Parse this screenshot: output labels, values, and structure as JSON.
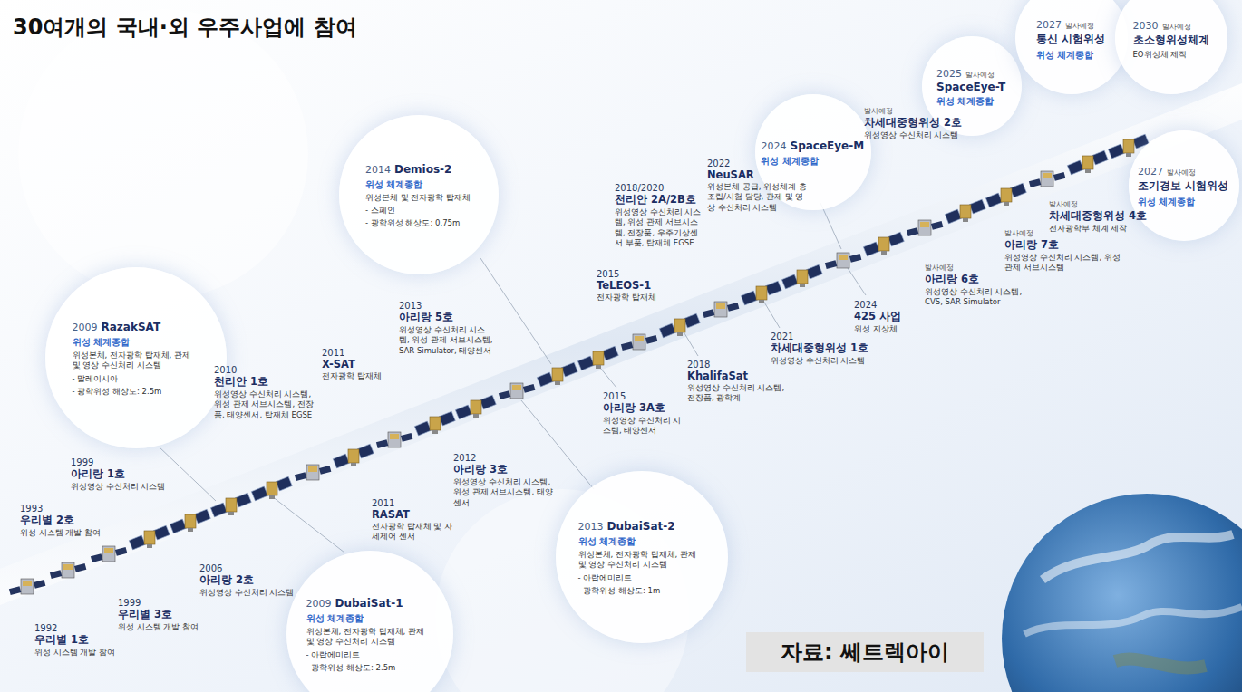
{
  "diagram": {
    "title": "30여개의 국내·외 우주사업에 참여",
    "caption": "자료: 쎄트렉아이",
    "nodes": [
      {
        "text": [
          "2009",
          "RazakSAT",
          "위성 체계종합",
          "위성본체, 전자광학 탑재체, 관제 및 영상 수신처리 시스템",
          "- 말레이시아",
          "- 광학위성 해상도: 2.5m"
        ]
      },
      {
        "text": [
          "2014",
          "Demios-2",
          "위성 체계종합",
          "위성본체 및 전자광학 탑재체",
          "- 스페인",
          "- 광학위성 해상도: 0.75m"
        ]
      },
      {
        "text": [
          "2009",
          "DubaiSat-1",
          "위성 체계종합",
          "위성본체, 전자광학 탑재체, 관제 및 영상 수신처리 시스템",
          "- 아랍에미리트",
          "- 광학위성 해상도: 2.5m"
        ]
      },
      {
        "text": [
          "2013",
          "DubaiSat-2",
          "위성 체계종합",
          "위성본체, 전자광학 탑재체, 관제 및 영상 수신처리 시스템",
          "- 아랍에미리트",
          "- 광학위성 해상도: 1m"
        ]
      },
      {
        "text": [
          "2024",
          "SpaceEye-M",
          "위성 체계종합"
        ]
      },
      {
        "text": [
          "2025",
          "발사예정",
          "SpaceEye-T",
          "위성 체계종합"
        ]
      },
      {
        "text": [
          "2027",
          "발사예정",
          "통신 시험위성",
          "위성 체계종합"
        ]
      },
      {
        "text": [
          "2030",
          "발사예정",
          "초소형위성체계",
          "EO위성체 제작"
        ]
      },
      {
        "text": [
          "2027",
          "발사예정",
          "조기경보 시험위성",
          "위성 체계종합"
        ]
      }
    ],
    "labels": [
      "1992",
      "우리별 1호",
      "위성 시스템 개발 참여",
      "1993",
      "우리별 2호",
      "위성 시스템 개발 참여",
      "1999",
      "우리별 3호",
      "위성 시스템 개발 참여",
      "1999",
      "아리랑 1호",
      "위성영상 수신처리 시스템",
      "2006",
      "아리랑 2호",
      "위성영상 수신처리 시스템",
      "2010",
      "천리안 1호",
      "위성영상 수신처리 시스템, 위성 관제 서브시스템, 전장품, 태양센서, 탑재체 EGSE",
      "2011",
      "X-SAT",
      "전자광학 탑재체",
      "2011",
      "RASAT",
      "전자광학 탑재체 및 자세제어 센서",
      "2013",
      "아리랑 5호",
      "위성영상 수신처리 시스템, 위성 관제 서브시스템, SAR Simulator, 태양센서",
      "2012",
      "아리랑 3호",
      "위성영상 수신처리 시스템, 위성 관제 서브시스템, 태양센서",
      "2015",
      "TeLEOS-1",
      "전자광학 탑재체",
      "2015",
      "아리랑 3A호",
      "위성영상 수신처리 시스템, 태양센서",
      "2018/2020",
      "천리안 2A/2B호",
      "위성영상 수신처리 시스템, 위성 관제 서브시스템, 전장품, 우주기상센서 부품, 탑재체 EGSE",
      "2018",
      "KhalifaSat",
      "위성영상 수신처리 시스템, 전장품, 광학계",
      "2022",
      "NeuSAR",
      "위성본체 공급, 위성체계 총조립/시험 담당, 관제 및 영상 수신처리 시스템",
      "2021",
      "차세대중형위성 1호",
      "위성영상 수신처리 시스템",
      "2024",
      "425 사업",
      "위성 지상체",
      "발사예정",
      "차세대중형위성 2호",
      "위성영상 수신처리 시스템",
      "발사예정",
      "아리랑 6호",
      "위성영상 수신처리 시스템, CVS, SAR Simulator",
      "발사예정",
      "아리랑 7호",
      "위성영상 수신처리 시스템, 위성 관제 서브시스템",
      "발사예정",
      "차세대중형위성 4호",
      "전자광학부 체계 제작"
    ]
  }
}
